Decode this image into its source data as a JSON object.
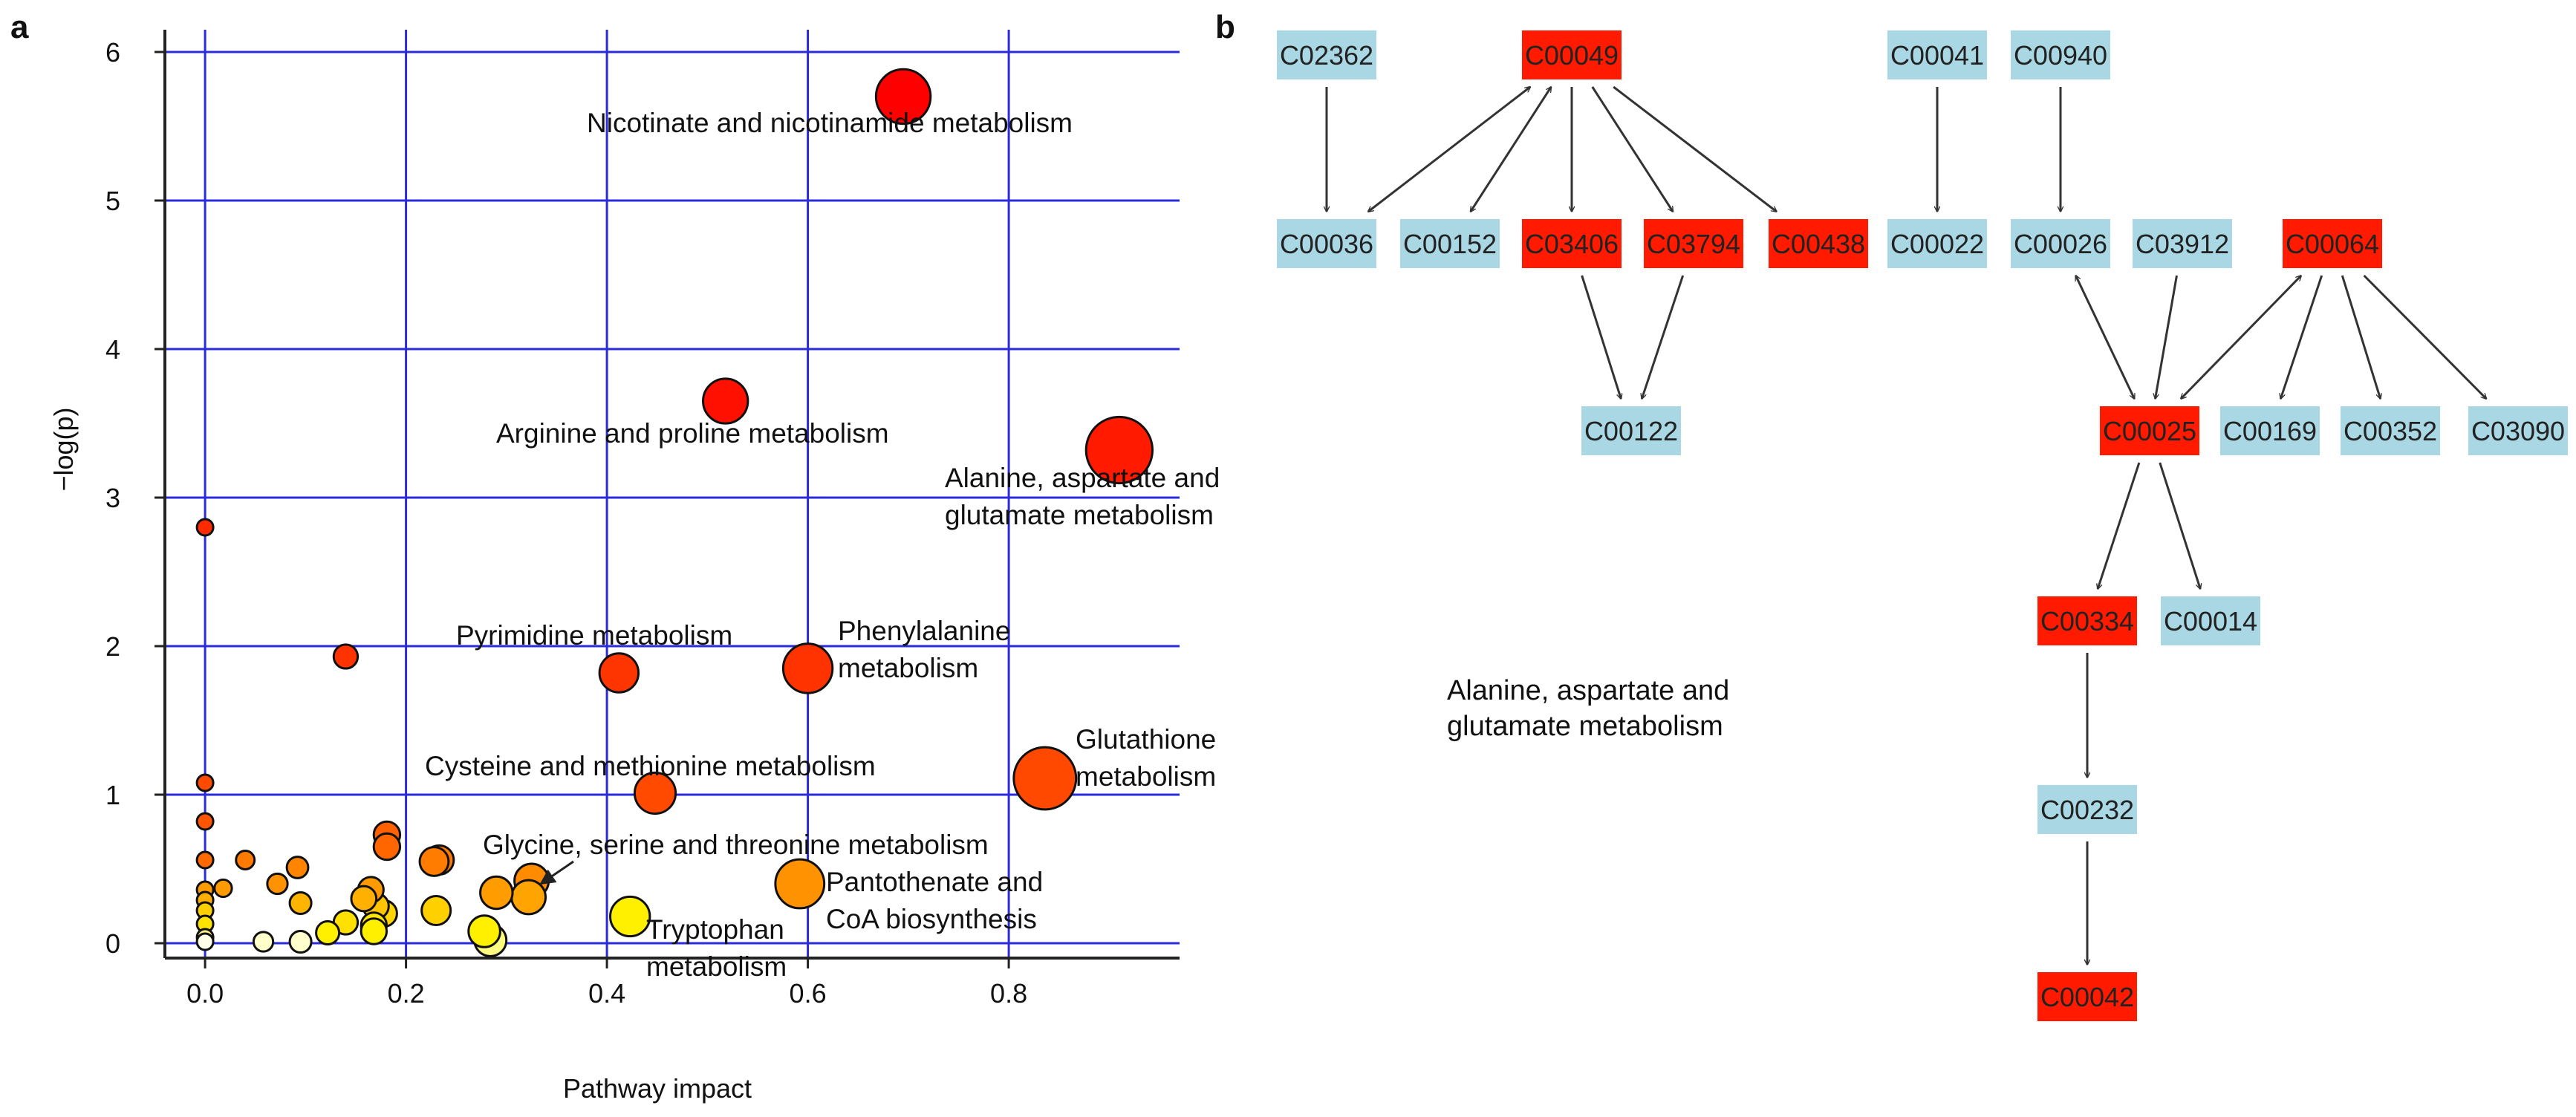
{
  "panels": {
    "a": "a",
    "b": "b"
  },
  "colors": {
    "grid": "#2b2bdb",
    "red_node": "#ff1a00",
    "blue_node": "#a9d8e4",
    "edge": "#333333",
    "bubble_stroke": "#111111"
  },
  "chart_data": {
    "type": "scatter",
    "xlabel": "Pathway impact",
    "ylabel": "−log(p)",
    "xlim": [
      -0.04,
      0.97
    ],
    "ylim": [
      -0.1,
      6.15
    ],
    "x_ticks": [
      "0.0",
      "0.2",
      "0.4",
      "0.6",
      "0.8"
    ],
    "x_tick_values": [
      0.0,
      0.2,
      0.4,
      0.6,
      0.8
    ],
    "y_ticks": [
      "0",
      "1",
      "2",
      "3",
      "4",
      "5",
      "6"
    ],
    "y_tick_values": [
      0,
      1,
      2,
      3,
      4,
      5,
      6
    ],
    "grid": true,
    "point_encoding": "bubble size ~ pathway impact; color from red (high −log(p)) to white (low)",
    "points": [
      {
        "x": 0.695,
        "y": 5.7,
        "color": "#ff0000",
        "label": "Nicotinate and nicotinamide metabolism"
      },
      {
        "x": 0.518,
        "y": 3.65,
        "color": "#ff1000",
        "label": "Arginine and proline metabolism"
      },
      {
        "x": 0.91,
        "y": 3.32,
        "color": "#ff1a00",
        "label": "Alanine, aspartate and glutamate metabolism"
      },
      {
        "x": 0.0,
        "y": 2.8,
        "color": "#ff2a00",
        "label": ""
      },
      {
        "x": 0.14,
        "y": 1.93,
        "color": "#ff3300",
        "label": ""
      },
      {
        "x": 0.412,
        "y": 1.82,
        "color": "#ff3500",
        "label": "Pyrimidine metabolism"
      },
      {
        "x": 0.6,
        "y": 1.85,
        "color": "#ff3300",
        "label": "Phenylalanine metabolism"
      },
      {
        "x": 0.836,
        "y": 1.11,
        "color": "#ff4800",
        "label": "Glutathione metabolism"
      },
      {
        "x": 0.448,
        "y": 1.01,
        "color": "#ff4a00",
        "label": "Cysteine and methionine metabolism"
      },
      {
        "x": 0.0,
        "y": 1.08,
        "color": "#ff4a00",
        "label": ""
      },
      {
        "x": 0.0,
        "y": 0.82,
        "color": "#ff5500",
        "label": ""
      },
      {
        "x": 0.0,
        "y": 0.56,
        "color": "#ff6a00",
        "label": ""
      },
      {
        "x": 0.0,
        "y": 0.36,
        "color": "#ff9d00",
        "label": ""
      },
      {
        "x": 0.0,
        "y": 0.29,
        "color": "#ffb000",
        "label": ""
      },
      {
        "x": 0.0,
        "y": 0.22,
        "color": "#ffd000",
        "label": ""
      },
      {
        "x": 0.0,
        "y": 0.13,
        "color": "#ffe400",
        "label": ""
      },
      {
        "x": 0.0,
        "y": 0.04,
        "color": "#fff480",
        "label": ""
      },
      {
        "x": 0.0,
        "y": 0.01,
        "color": "#ffffe8",
        "label": ""
      },
      {
        "x": 0.018,
        "y": 0.37,
        "color": "#ff9a00",
        "label": ""
      },
      {
        "x": 0.04,
        "y": 0.56,
        "color": "#ff7a00",
        "label": ""
      },
      {
        "x": 0.072,
        "y": 0.4,
        "color": "#ff9200",
        "label": ""
      },
      {
        "x": 0.092,
        "y": 0.51,
        "color": "#ff8400",
        "label": ""
      },
      {
        "x": 0.095,
        "y": 0.27,
        "color": "#ffb400",
        "label": ""
      },
      {
        "x": 0.181,
        "y": 0.73,
        "color": "#ff6000",
        "label": ""
      },
      {
        "x": 0.181,
        "y": 0.65,
        "color": "#ff6600",
        "label": ""
      },
      {
        "x": 0.165,
        "y": 0.36,
        "color": "#ff9a00",
        "label": ""
      },
      {
        "x": 0.158,
        "y": 0.3,
        "color": "#ffb000",
        "label": ""
      },
      {
        "x": 0.17,
        "y": 0.25,
        "color": "#ffc400",
        "label": ""
      },
      {
        "x": 0.178,
        "y": 0.2,
        "color": "#ffd400",
        "label": ""
      },
      {
        "x": 0.168,
        "y": 0.12,
        "color": "#ffe600",
        "label": ""
      },
      {
        "x": 0.168,
        "y": 0.08,
        "color": "#fff000",
        "label": ""
      },
      {
        "x": 0.14,
        "y": 0.14,
        "color": "#ffe000",
        "label": ""
      },
      {
        "x": 0.122,
        "y": 0.07,
        "color": "#fff000",
        "label": ""
      },
      {
        "x": 0.058,
        "y": 0.01,
        "color": "#ffffcc",
        "label": ""
      },
      {
        "x": 0.095,
        "y": 0.01,
        "color": "#ffffcc",
        "label": ""
      },
      {
        "x": 0.233,
        "y": 0.56,
        "color": "#ff7a00",
        "label": ""
      },
      {
        "x": 0.228,
        "y": 0.55,
        "color": "#ff7c00",
        "label": ""
      },
      {
        "x": 0.23,
        "y": 0.22,
        "color": "#ffd000",
        "label": ""
      },
      {
        "x": 0.29,
        "y": 0.34,
        "color": "#ff9c00",
        "label": ""
      },
      {
        "x": 0.325,
        "y": 0.42,
        "color": "#ff8c00",
        "label": "Glycine, serine and threonine metabolism"
      },
      {
        "x": 0.322,
        "y": 0.31,
        "color": "#ffa400",
        "label": ""
      },
      {
        "x": 0.278,
        "y": 0.08,
        "color": "#fff000",
        "label": ""
      },
      {
        "x": 0.284,
        "y": 0.02,
        "color": "#fffb80",
        "label": ""
      },
      {
        "x": 0.592,
        "y": 0.4,
        "color": "#ff9200",
        "label": "Pantothenate and CoA biosynthesis"
      },
      {
        "x": 0.423,
        "y": 0.18,
        "color": "#fff000",
        "label": "Tryptophan metabolism"
      }
    ],
    "annotations": [
      {
        "id": "nicotinate",
        "lines": [
          "Nicotinate and nicotinamide metabolism"
        ]
      },
      {
        "id": "arginine",
        "lines": [
          "Arginine and proline metabolism"
        ]
      },
      {
        "id": "alanine",
        "lines": [
          "Alanine, aspartate and",
          "glutamate metabolism"
        ]
      },
      {
        "id": "pyrimidine",
        "lines": [
          "Pyrimidine metabolism"
        ]
      },
      {
        "id": "phenylalanine",
        "lines": [
          "Phenylalanine",
          "metabolism"
        ]
      },
      {
        "id": "glutathione",
        "lines": [
          "Glutathione",
          "metabolism"
        ]
      },
      {
        "id": "cysteine",
        "lines": [
          "Cysteine and methionine metabolism"
        ]
      },
      {
        "id": "glycine",
        "lines": [
          "Glycine, serine and threonine metabolism"
        ]
      },
      {
        "id": "pantothenate",
        "lines": [
          "Pantothenate and",
          "CoA biosynthesis"
        ]
      },
      {
        "id": "tryptophan",
        "lines": [
          "Tryptophan",
          "metabolism"
        ]
      }
    ]
  },
  "network": {
    "caption_lines": [
      "Alanine, aspartate and",
      "glutamate metabolism"
    ],
    "nodes": [
      {
        "id": "C02362",
        "label": "C02362",
        "highlight": false
      },
      {
        "id": "C00049",
        "label": "C00049",
        "highlight": true
      },
      {
        "id": "C00041",
        "label": "C00041",
        "highlight": false
      },
      {
        "id": "C00940",
        "label": "C00940",
        "highlight": false
      },
      {
        "id": "C00036",
        "label": "C00036",
        "highlight": false
      },
      {
        "id": "C00152",
        "label": "C00152",
        "highlight": false
      },
      {
        "id": "C03406",
        "label": "C03406",
        "highlight": true
      },
      {
        "id": "C03794",
        "label": "C03794",
        "highlight": true
      },
      {
        "id": "C00438",
        "label": "C00438",
        "highlight": true
      },
      {
        "id": "C00022",
        "label": "C00022",
        "highlight": false
      },
      {
        "id": "C00026",
        "label": "C00026",
        "highlight": false
      },
      {
        "id": "C03912",
        "label": "C03912",
        "highlight": false
      },
      {
        "id": "C00064",
        "label": "C00064",
        "highlight": true
      },
      {
        "id": "C00122",
        "label": "C00122",
        "highlight": false
      },
      {
        "id": "C00025",
        "label": "C00025",
        "highlight": true
      },
      {
        "id": "C00169",
        "label": "C00169",
        "highlight": false
      },
      {
        "id": "C00352",
        "label": "C00352",
        "highlight": false
      },
      {
        "id": "C03090",
        "label": "C03090",
        "highlight": false
      },
      {
        "id": "C00334",
        "label": "C00334",
        "highlight": true
      },
      {
        "id": "C00014",
        "label": "C00014",
        "highlight": false
      },
      {
        "id": "C00232",
        "label": "C00232",
        "highlight": false
      },
      {
        "id": "C00042",
        "label": "C00042",
        "highlight": true
      }
    ],
    "edges": [
      {
        "from": "C02362",
        "to": "C00036",
        "both": false
      },
      {
        "from": "C00049",
        "to": "C00036",
        "both": true
      },
      {
        "from": "C00049",
        "to": "C00152",
        "both": true
      },
      {
        "from": "C00049",
        "to": "C03406",
        "both": false
      },
      {
        "from": "C00049",
        "to": "C03794",
        "both": false
      },
      {
        "from": "C00049",
        "to": "C00438",
        "both": false
      },
      {
        "from": "C00041",
        "to": "C00022",
        "both": false
      },
      {
        "from": "C00940",
        "to": "C00026",
        "both": false
      },
      {
        "from": "C03406",
        "to": "C00122",
        "both": false
      },
      {
        "from": "C03794",
        "to": "C00122",
        "both": false
      },
      {
        "from": "C00026",
        "to": "C00025",
        "both": true
      },
      {
        "from": "C03912",
        "to": "C00025",
        "both": false
      },
      {
        "from": "C00064",
        "to": "C00025",
        "both": true
      },
      {
        "from": "C00064",
        "to": "C00169",
        "both": false
      },
      {
        "from": "C00064",
        "to": "C00352",
        "both": false
      },
      {
        "from": "C00064",
        "to": "C03090",
        "both": false
      },
      {
        "from": "C00025",
        "to": "C00334",
        "both": false
      },
      {
        "from": "C00025",
        "to": "C00014",
        "both": false
      },
      {
        "from": "C00334",
        "to": "C00232",
        "both": false
      },
      {
        "from": "C00232",
        "to": "C00042",
        "both": false
      }
    ]
  }
}
